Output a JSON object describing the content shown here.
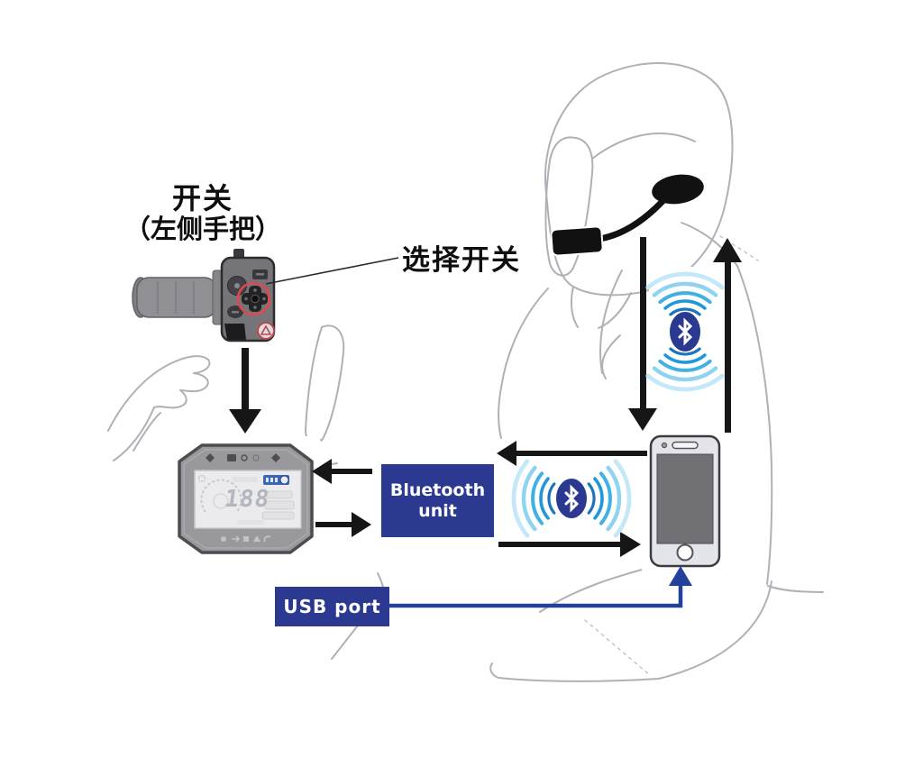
{
  "labels": {
    "switch_title_line1": "开关",
    "switch_title_line2": "（左侧手把）",
    "select_switch": "选择开关",
    "bluetooth_unit_line1": "Bluetooth",
    "bluetooth_unit_line2": "unit",
    "usb_port": "USB port"
  },
  "meter": {
    "display_value": "188"
  },
  "icons": {
    "bluetooth": "bluetooth-rune-in-navy-oval",
    "signal_waves": "concentric-blue-arcs",
    "headset": "helmet-speaker-and-boom-microphone",
    "select_switch_highlight": "red-circle-around-dpad"
  },
  "colors": {
    "navy_box": "#2b3990",
    "usb_arrow_blue": "#23409a",
    "arrow_black": "#161616",
    "bluetooth_oval": "#2b3990",
    "wave_blues": [
      "#1b75bc",
      "#1f98d8",
      "#41b1e5",
      "#8fd2f1",
      "#c5e8f9"
    ],
    "sketch_gray": "#b0b0b6",
    "highlight_red": "#e2474e",
    "meter_body_gray": "#98989d"
  }
}
